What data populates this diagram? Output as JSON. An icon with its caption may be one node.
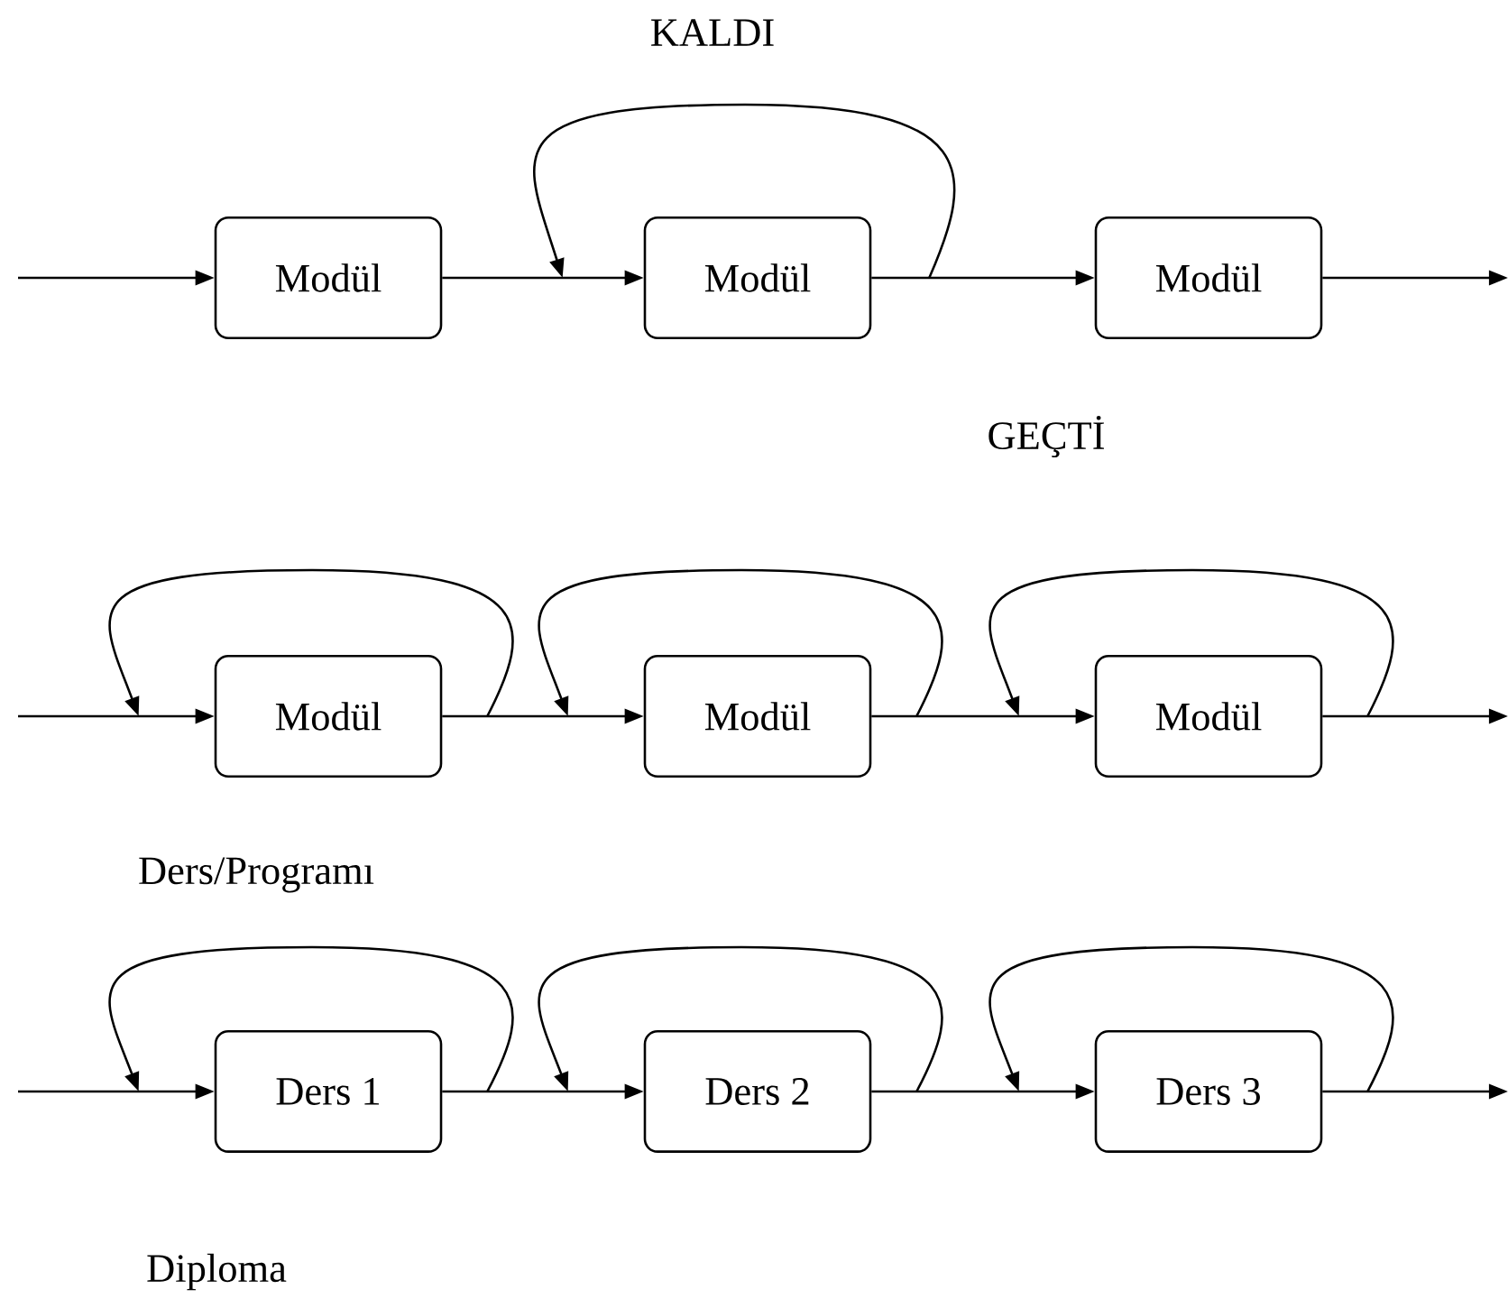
{
  "diagram": {
    "nodes": [
      {
        "text": [
          "Modül"
        ]
      },
      {
        "text": [
          "Modül"
        ]
      },
      {
        "text": [
          "Modül"
        ]
      },
      {
        "text": [
          "Modül"
        ]
      },
      {
        "text": [
          "Modül"
        ]
      },
      {
        "text": [
          "Modül"
        ]
      },
      {
        "text": [
          "Ders 1"
        ]
      },
      {
        "text": [
          "Ders 2"
        ]
      },
      {
        "text": [
          "Ders 3"
        ]
      }
    ],
    "edges": [
      {
        "from": null,
        "to": 0,
        "arrow": "to"
      },
      {
        "from": 0,
        "to": 1,
        "arrow": "to"
      },
      {
        "from": 1,
        "to": 2,
        "arrow": "to"
      },
      {
        "from": 2,
        "to": null,
        "arrow": "to"
      },
      {
        "from": 1,
        "to": 1,
        "arrow": "to"
      },
      {
        "from": null,
        "to": 3,
        "arrow": "to"
      },
      {
        "from": 3,
        "to": 4,
        "arrow": "to"
      },
      {
        "from": 4,
        "to": 5,
        "arrow": "to"
      },
      {
        "from": 5,
        "to": null,
        "arrow": "to"
      },
      {
        "from": 3,
        "to": 3,
        "arrow": "to"
      },
      {
        "from": 4,
        "to": 4,
        "arrow": "to"
      },
      {
        "from": 5,
        "to": 5,
        "arrow": "to"
      },
      {
        "from": null,
        "to": 6,
        "arrow": "to"
      },
      {
        "from": 6,
        "to": 7,
        "arrow": "to"
      },
      {
        "from": 7,
        "to": 8,
        "arrow": "to"
      },
      {
        "from": 8,
        "to": null,
        "arrow": "to"
      },
      {
        "from": 6,
        "to": 6,
        "arrow": "to"
      },
      {
        "from": 7,
        "to": 7,
        "arrow": "to"
      },
      {
        "from": 8,
        "to": 8,
        "arrow": "to"
      }
    ],
    "labels": [
      "KALDI",
      "GEÇTİ",
      "Ders/Programı",
      "Diploma"
    ]
  }
}
